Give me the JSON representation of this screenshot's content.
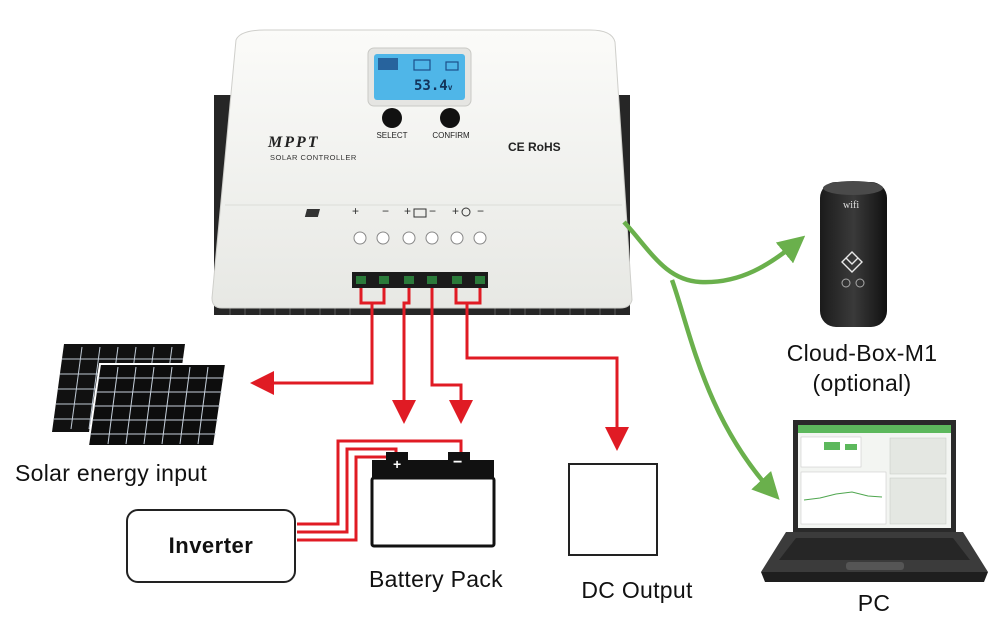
{
  "controller": {
    "brand": "MPPT",
    "subtitle": "SOLAR CONTROLLER",
    "lcd_value": "53.4",
    "lcd_unit": "v",
    "button_select": "SELECT",
    "button_confirm": "CONFIRM",
    "cert": "CE RoHS",
    "terminal_labels": [
      "+",
      "−",
      "+",
      "−",
      "+",
      "−"
    ]
  },
  "nodes": {
    "solar": "Solar energy input",
    "battery": "Battery Pack",
    "battery_plus": "+",
    "battery_minus": "−",
    "dc_output": "DC Output",
    "inverter": "Inverter",
    "cloud_box_title": "Cloud-Box-M1",
    "cloud_box_note": "(optional)",
    "cloud_box_logo": "wifi",
    "pc": "PC"
  },
  "colors": {
    "wire_red": "#e01b24",
    "wireless_green": "#6ab04c",
    "device_body": "#f1f2ef",
    "heatsink": "#2a2a2a",
    "lcd": "#4fb6e8"
  }
}
